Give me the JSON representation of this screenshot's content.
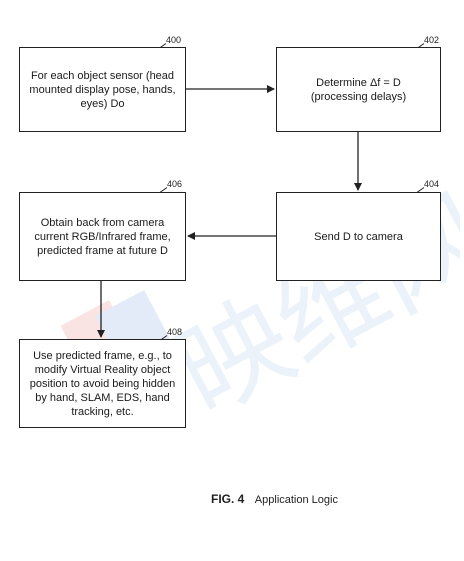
{
  "boxes": [
    {
      "id": "400",
      "text": "For each object sensor (head mounted display pose, hands, eyes) Do"
    },
    {
      "id": "402",
      "text": "Determine Δf = D (processing delays)"
    },
    {
      "id": "404",
      "text": "Send D to camera"
    },
    {
      "id": "406",
      "text": "Obtain back from camera current RGB/Infrared frame, predicted frame at future D"
    },
    {
      "id": "408",
      "text": "Use predicted frame, e.g., to modify Virtual Reality object position to avoid being hidden by hand, SLAM, EDS, hand tracking, etc."
    }
  ],
  "caption": {
    "fig_label": "FIG. 4",
    "title": "Application Logic"
  },
  "watermark": {
    "text": "映维网"
  }
}
